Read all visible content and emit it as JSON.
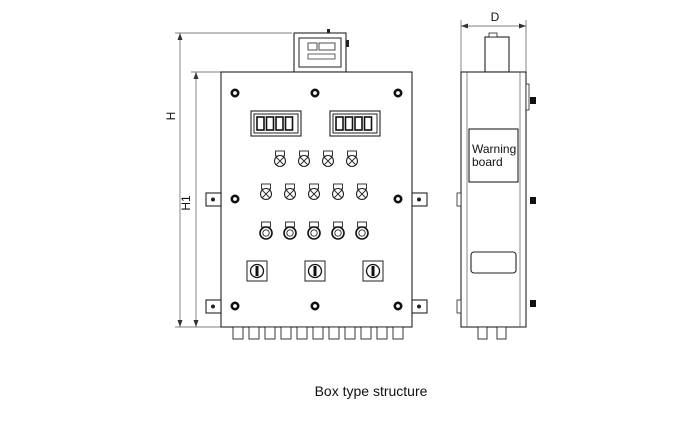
{
  "labels": {
    "dim_h": "H",
    "dim_h1": "H1",
    "dim_d": "D",
    "warning_line1": "Warning",
    "warning_line2": "board",
    "caption": "Box type structure"
  }
}
